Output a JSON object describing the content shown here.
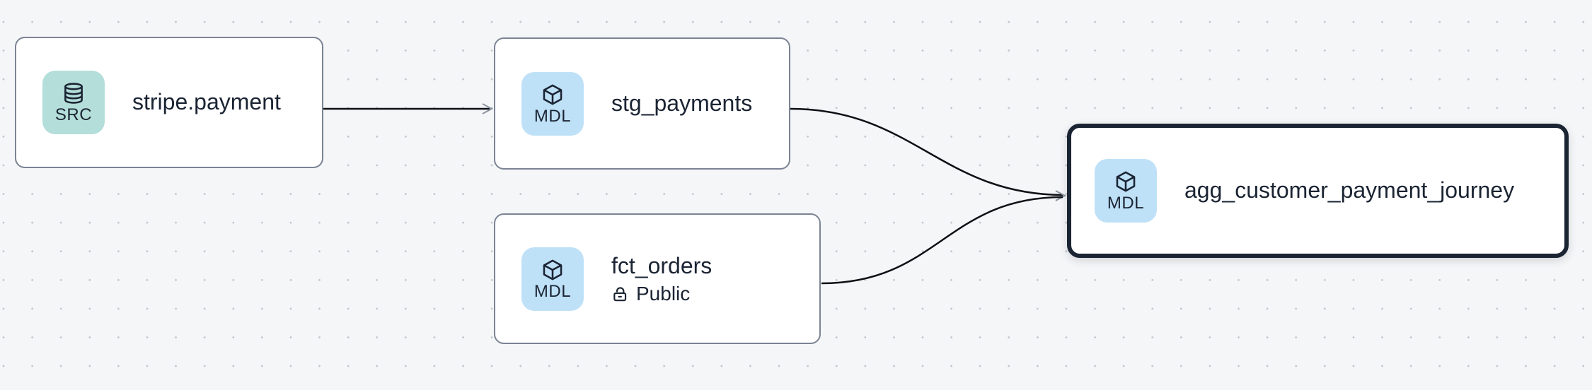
{
  "canvas": {
    "background_color": "#f5f6f8",
    "dot_color": "#c3c7ce"
  },
  "palette": {
    "node_background": "#ffffff",
    "node_border": "#7b8494",
    "selected_node_border": "#1b2433",
    "text": "#1b2433",
    "source_badge_background": "#b4ded9",
    "model_badge_background": "#bfe1f8",
    "edge": "#0d1014",
    "arrowhead": "#8c94a0"
  },
  "nodes": [
    {
      "title": "stripe.payment",
      "badge": "SRC",
      "badge_icon": "database-icon",
      "selected": false
    },
    {
      "title": "stg_payments",
      "badge": "MDL",
      "badge_icon": "cube-icon",
      "selected": false
    },
    {
      "title": "fct_orders",
      "badge": "MDL",
      "badge_icon": "cube-icon",
      "access": "Public",
      "access_icon": "unlock-icon",
      "selected": false
    },
    {
      "title": "agg_customer_payment_journey",
      "badge": "MDL",
      "badge_icon": "cube-icon",
      "selected": true
    }
  ],
  "edges": [
    {
      "from": "stripe.payment",
      "to": "stg_payments"
    },
    {
      "from": "stg_payments",
      "to": "agg_customer_payment_journey"
    },
    {
      "from": "fct_orders",
      "to": "agg_customer_payment_journey"
    }
  ]
}
